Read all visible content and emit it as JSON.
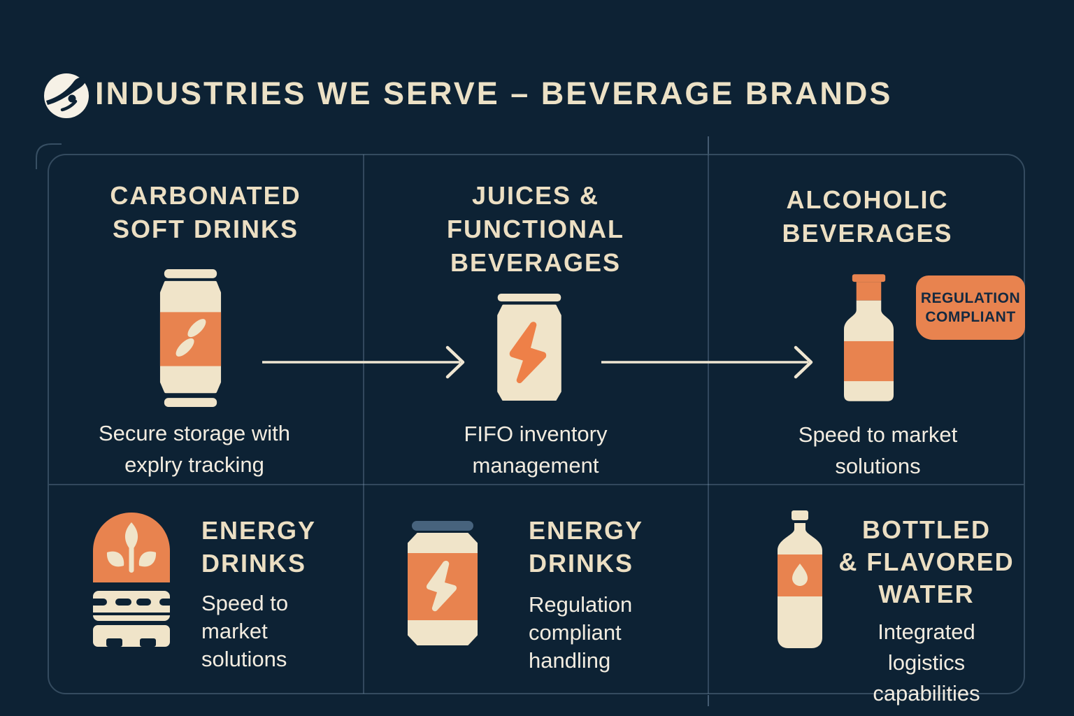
{
  "header": {
    "title": "INDUSTRIES WE SERVE – BEVERAGE BRANDS",
    "logo": "leaf-swoosh-logo"
  },
  "colors": {
    "background": "#0d2234",
    "cream": "#f0e4c9",
    "heading": "#ecdfc3",
    "caption": "#f2ece0",
    "orange": "#e8834f",
    "bolt_orange": "#ee8048",
    "slate_lid": "#47637d",
    "badge_text": "#142940",
    "grid_line": "#8aa2bc"
  },
  "cells": [
    {
      "id": "carbonated-soft-drinks",
      "icon": "soda-can-icon",
      "title_lines": [
        "CARBONATED",
        "SOFT DRINKS"
      ],
      "caption_lines": [
        "Secure storage with",
        "explry tracking"
      ]
    },
    {
      "id": "juices-functional-beverages",
      "icon": "energy-can-icon",
      "title_lines": [
        "JUICES &",
        "FUNCTIONAL",
        "BEVERAGES"
      ],
      "caption_lines": [
        "FIFO inventory",
        "management"
      ]
    },
    {
      "id": "alcoholic-beverages",
      "icon": "beer-bottle-icon",
      "title_lines": [
        "ALCOHOLIC",
        "BEVERAGES"
      ],
      "caption_lines": [
        "Speed to market",
        "solutions"
      ],
      "badge_lines": [
        "REGULATION",
        "COMPLIANT"
      ]
    },
    {
      "id": "energy-drinks-storage",
      "icon": "pallet-plant-icon",
      "title_lines": [
        "ENERGY",
        "DRINKS"
      ],
      "caption_lines": [
        "Speed to",
        "market",
        "solutions"
      ]
    },
    {
      "id": "energy-drinks-handling",
      "icon": "energy-can-slate-lid-icon",
      "title_lines": [
        "ENERGY",
        "DRINKS"
      ],
      "caption_lines": [
        "Regulation",
        "compliant",
        "handling"
      ]
    },
    {
      "id": "bottled-flavored-water",
      "icon": "water-bottle-icon",
      "title_lines": [
        "BOTTLED",
        "& FLAVORED",
        "WATER"
      ],
      "caption_lines": [
        "Integrated",
        "logistics",
        "capabilities"
      ]
    }
  ],
  "flow": {
    "arrow_count": 2
  }
}
